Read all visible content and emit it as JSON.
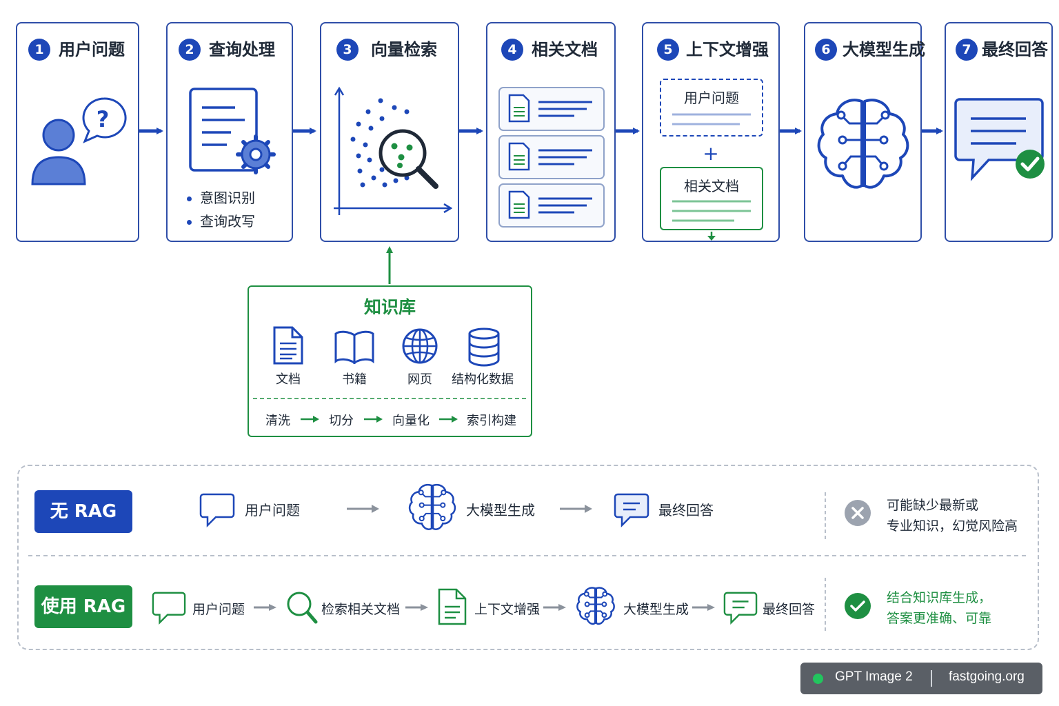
{
  "stages": [
    {
      "num": "1",
      "title": "用户问题"
    },
    {
      "num": "2",
      "title": "查询处理",
      "bullets": [
        "意图识别",
        "查询改写"
      ]
    },
    {
      "num": "3",
      "title": "向量检索"
    },
    {
      "num": "4",
      "title": "相关文档"
    },
    {
      "num": "5",
      "title": "上下文增强",
      "box_top": "用户问题",
      "plus": "+",
      "box_bottom": "相关文档"
    },
    {
      "num": "6",
      "title": "大模型生成"
    },
    {
      "num": "7",
      "title": "最终回答"
    }
  ],
  "knowledge_base": {
    "title": "知识库",
    "sources": [
      "文档",
      "书籍",
      "网页",
      "结构化数据"
    ],
    "steps": [
      "清洗",
      "切分",
      "向量化",
      "索引构建"
    ]
  },
  "comparison": {
    "without": {
      "tag": "无 RAG",
      "flow": [
        "用户问题",
        "大模型生成",
        "最终回答"
      ],
      "note": [
        "可能缺少最新或",
        "专业知识，幻觉风险高"
      ]
    },
    "with": {
      "tag": "使用 RAG",
      "flow": [
        "用户问题",
        "检索相关文档",
        "上下文增强",
        "大模型生成",
        "最终回答"
      ],
      "note": [
        "结合知识库生成，",
        "答案更准确、可靠"
      ]
    }
  },
  "badge": {
    "model": "GPT Image 2",
    "site": "fastgoing.org"
  },
  "colors": {
    "blue": "#1d47b8",
    "green": "#1e8f42",
    "gray": "#9ca3af"
  }
}
